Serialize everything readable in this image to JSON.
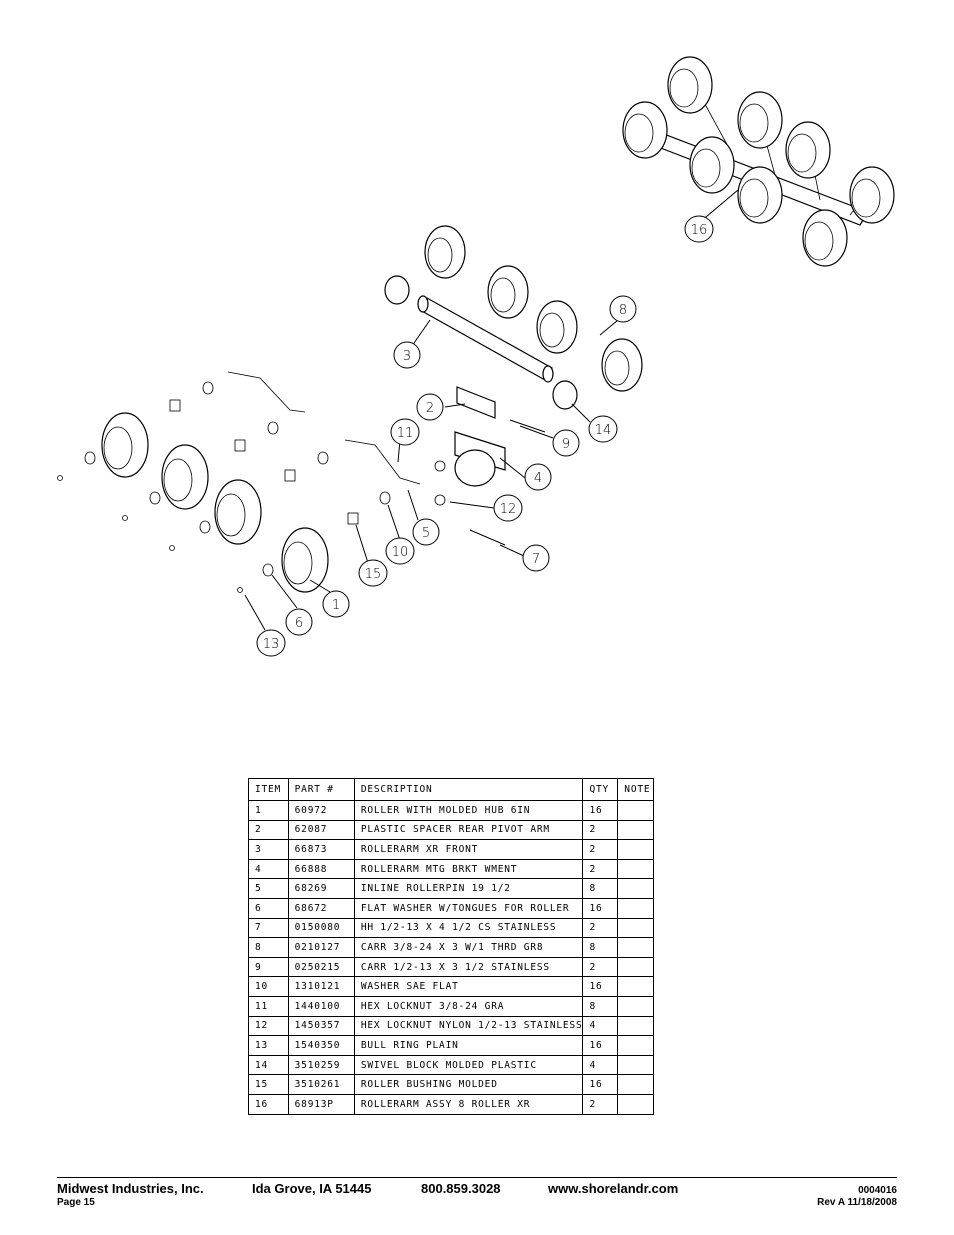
{
  "callouts": {
    "c1": "1",
    "c2": "2",
    "c3": "3",
    "c4": "4",
    "c5": "5",
    "c6": "6",
    "c7": "7",
    "c8": "8",
    "c9": "9",
    "c10": "10",
    "c11": "11",
    "c12": "12",
    "c13": "13",
    "c14": "14",
    "c15": "15",
    "c16": "16"
  },
  "table": {
    "headers": [
      "ITEM",
      "PART #",
      "DESCRIPTION",
      "QTY",
      "NOTE"
    ],
    "rows": [
      {
        "item": "1",
        "part": "60972",
        "desc": "ROLLER WITH MOLDED HUB  6IN",
        "qty": "16",
        "note": ""
      },
      {
        "item": "2",
        "part": "62087",
        "desc": "PLASTIC SPACER REAR PIVOT ARM",
        "qty": "2",
        "note": ""
      },
      {
        "item": "3",
        "part": "66873",
        "desc": "ROLLERARM XR FRONT",
        "qty": "2",
        "note": ""
      },
      {
        "item": "4",
        "part": "66888",
        "desc": "ROLLERARM MTG BRKT WMENT",
        "qty": "2",
        "note": ""
      },
      {
        "item": "5",
        "part": "68269",
        "desc": "INLINE ROLLERPIN 19 1/2",
        "qty": "8",
        "note": ""
      },
      {
        "item": "6",
        "part": "68672",
        "desc": "FLAT WASHER W/TONGUES FOR ROLLER",
        "qty": "16",
        "note": ""
      },
      {
        "item": "7",
        "part": "0150080",
        "desc": "HH 1/2-13 X 4 1/2 CS STAINLESS",
        "qty": "2",
        "note": ""
      },
      {
        "item": "8",
        "part": "0210127",
        "desc": "CARR 3/8-24 X 3 W/1 THRD GR8",
        "qty": "8",
        "note": ""
      },
      {
        "item": "9",
        "part": "0250215",
        "desc": "CARR 1/2-13 X 3 1/2 STAINLESS",
        "qty": "2",
        "note": ""
      },
      {
        "item": "10",
        "part": "1310121",
        "desc": "WASHER SAE FLAT",
        "qty": "16",
        "note": ""
      },
      {
        "item": "11",
        "part": "1440100",
        "desc": "HEX LOCKNUT 3/8-24 GRA",
        "qty": "8",
        "note": ""
      },
      {
        "item": "12",
        "part": "1450357",
        "desc": "HEX LOCKNUT NYLON 1/2-13 STAINLESS",
        "qty": "4",
        "note": ""
      },
      {
        "item": "13",
        "part": "1540350",
        "desc": "BULL RING PLAIN",
        "qty": "16",
        "note": ""
      },
      {
        "item": "14",
        "part": "3510259",
        "desc": "SWIVEL BLOCK MOLDED PLASTIC",
        "qty": "4",
        "note": ""
      },
      {
        "item": "15",
        "part": "3510261",
        "desc": "ROLLER BUSHING MOLDED",
        "qty": "16",
        "note": ""
      },
      {
        "item": "16",
        "part": "68913P",
        "desc": "ROLLERARM ASSY 8 ROLLER XR",
        "qty": "2",
        "note": ""
      }
    ]
  },
  "footer": {
    "company": "Midwest Industries, Inc.",
    "city": "Ida Grove, IA  51445",
    "phone": "800.859.3028",
    "website": "www.shorelandr.com",
    "page": "Page 15",
    "doc_number": "0004016",
    "revision": "Rev A   11/18/2008"
  }
}
